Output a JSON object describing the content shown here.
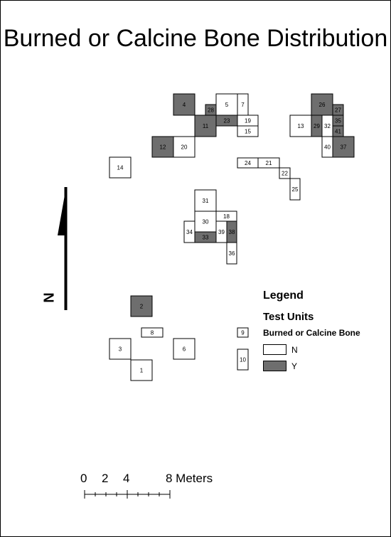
{
  "title": "Burned or Calcine Bone Distribution",
  "legend": {
    "title": "Legend",
    "layer": "Test Units",
    "field": "Burned or Calcine Bone",
    "classes": [
      {
        "label": "N",
        "color": "#ffffff"
      },
      {
        "label": "Y",
        "color": "#6e6e6e"
      }
    ]
  },
  "north_label": "N",
  "scale": {
    "labels": [
      "0",
      "2",
      "4",
      "8 Meters"
    ]
  },
  "units": [
    {
      "id": "1",
      "burned": "N"
    },
    {
      "id": "2",
      "burned": "Y"
    },
    {
      "id": "3",
      "burned": "N"
    },
    {
      "id": "4",
      "burned": "Y"
    },
    {
      "id": "5",
      "burned": "N"
    },
    {
      "id": "6",
      "burned": "N"
    },
    {
      "id": "7",
      "burned": "N"
    },
    {
      "id": "8",
      "burned": "N"
    },
    {
      "id": "9",
      "burned": "N"
    },
    {
      "id": "10",
      "burned": "N"
    },
    {
      "id": "11",
      "burned": "Y"
    },
    {
      "id": "12",
      "burned": "Y"
    },
    {
      "id": "13",
      "burned": "N"
    },
    {
      "id": "14",
      "burned": "N"
    },
    {
      "id": "15",
      "burned": "N"
    },
    {
      "id": "18",
      "burned": "N"
    },
    {
      "id": "19",
      "burned": "N"
    },
    {
      "id": "20",
      "burned": "N"
    },
    {
      "id": "21",
      "burned": "N"
    },
    {
      "id": "22",
      "burned": "N"
    },
    {
      "id": "23",
      "burned": "Y"
    },
    {
      "id": "24",
      "burned": "N"
    },
    {
      "id": "25",
      "burned": "N"
    },
    {
      "id": "26",
      "burned": "Y"
    },
    {
      "id": "27",
      "burned": "Y"
    },
    {
      "id": "28",
      "burned": "Y"
    },
    {
      "id": "29",
      "burned": "Y"
    },
    {
      "id": "30",
      "burned": "N"
    },
    {
      "id": "31",
      "burned": "N"
    },
    {
      "id": "32",
      "burned": "N"
    },
    {
      "id": "33",
      "burned": "Y"
    },
    {
      "id": "34",
      "burned": "N"
    },
    {
      "id": "35",
      "burned": "Y"
    },
    {
      "id": "36",
      "burned": "N"
    },
    {
      "id": "37",
      "burned": "Y"
    },
    {
      "id": "38",
      "burned": "Y"
    },
    {
      "id": "39",
      "burned": "N"
    },
    {
      "id": "40",
      "burned": "N"
    },
    {
      "id": "41",
      "burned": "Y"
    }
  ]
}
